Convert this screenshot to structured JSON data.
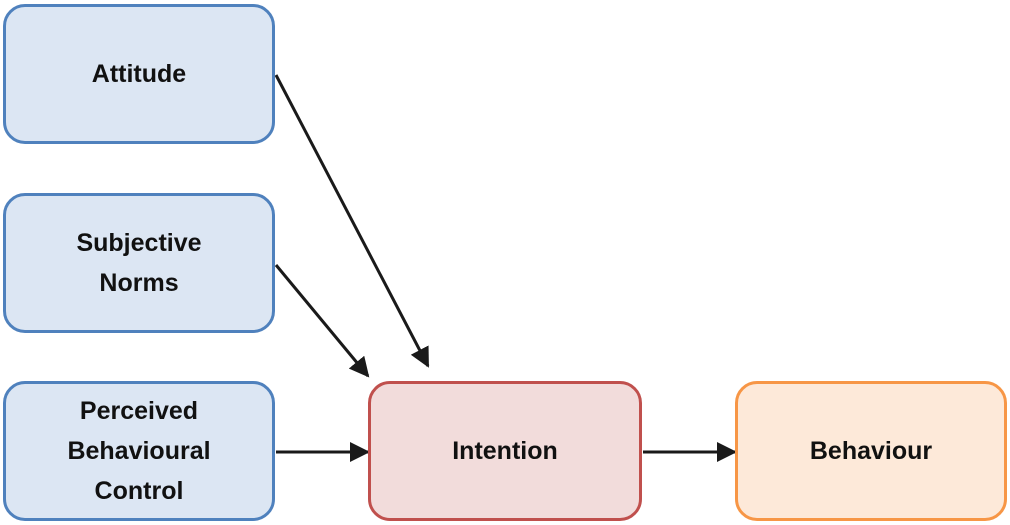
{
  "nodes": {
    "attitude": "Attitude",
    "subjective_norms": "Subjective\nNorms",
    "perceived_behavioural_control": "Perceived\nBehavioural\nControl",
    "intention": "Intention",
    "behaviour": "Behaviour"
  },
  "edges": [
    {
      "from": "attitude",
      "to": "intention"
    },
    {
      "from": "subjective_norms",
      "to": "intention"
    },
    {
      "from": "perceived_behavioural_control",
      "to": "intention"
    },
    {
      "from": "intention",
      "to": "behaviour"
    }
  ],
  "colors": {
    "input_fill": "#dce6f3",
    "input_border": "#4f81bd",
    "intention_fill": "#f2dcdb",
    "intention_border": "#c0504d",
    "behaviour_fill": "#fde9d9",
    "behaviour_border": "#f79646",
    "arrow": "#1a1a1a"
  }
}
